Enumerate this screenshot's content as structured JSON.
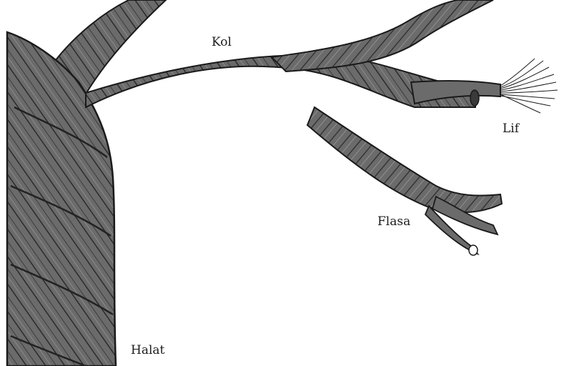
{
  "labels": {
    "kol": "Kol",
    "lif": "Lif",
    "flasa": "Flasa",
    "halat": "Halat"
  },
  "colors": {
    "background": "#ffffff",
    "rope_fill": "#6b6b6b",
    "rope_shadow": "#4a4a4a",
    "outline": "#1a1a1a",
    "label_text": "#1c1c1c"
  }
}
